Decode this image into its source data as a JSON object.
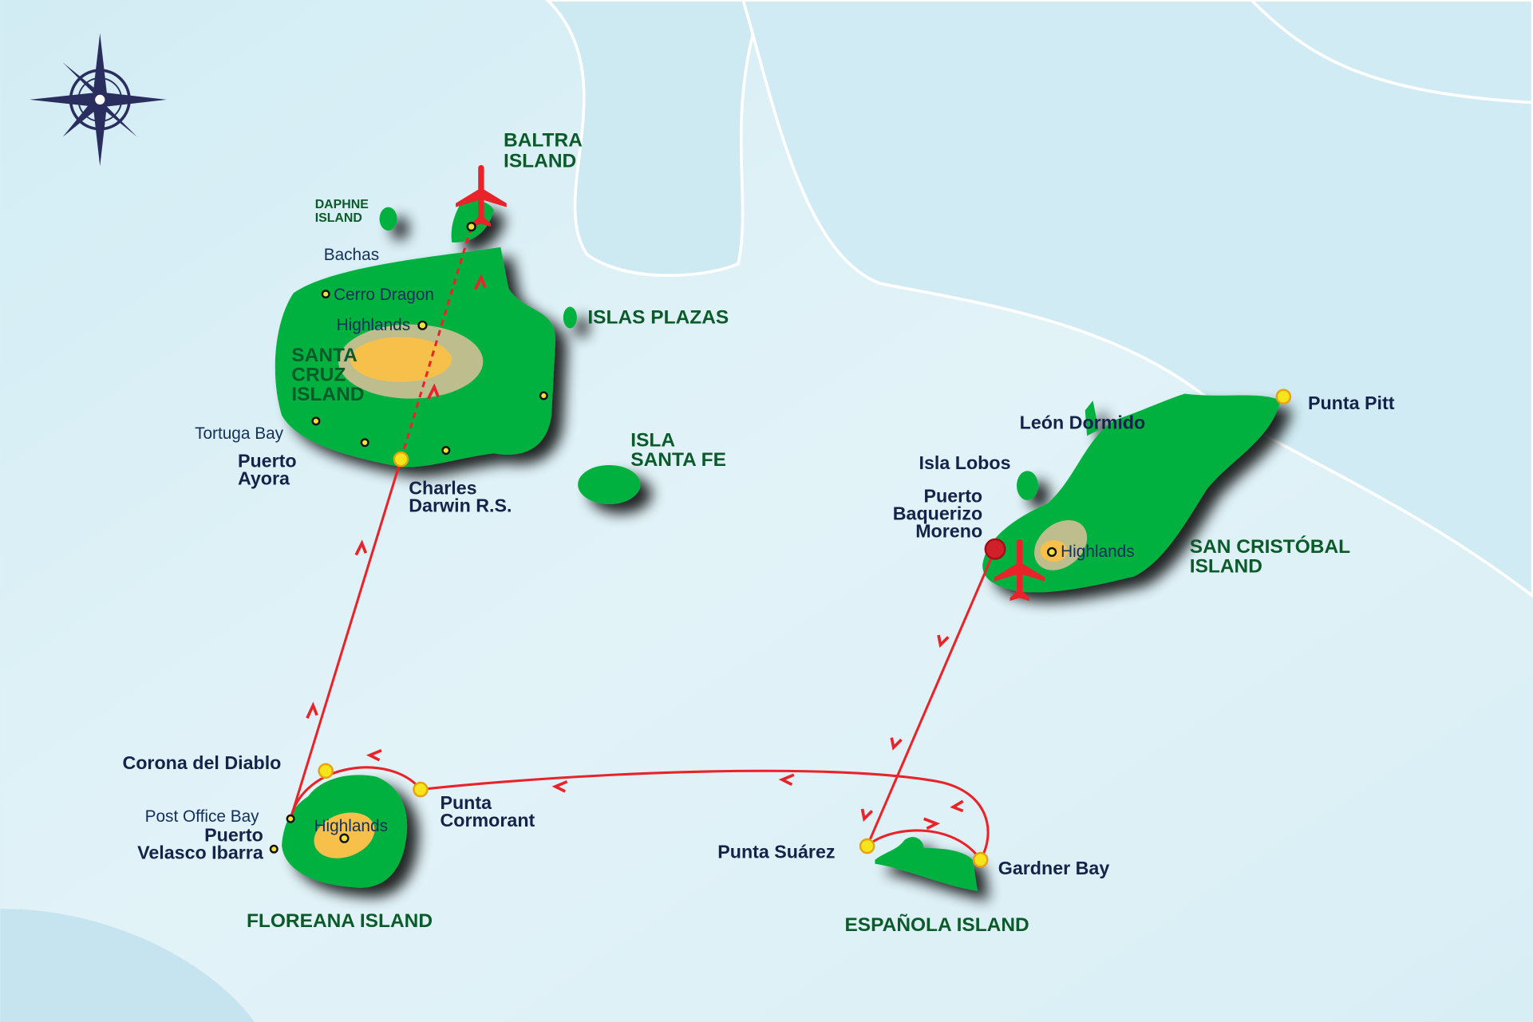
{
  "colors": {
    "sea": "#dceff5",
    "land": "#00b140",
    "highland": "#bdbd8e",
    "peak": "#f7c04a",
    "route": "#e8232a",
    "text_island": "#0b5a2a",
    "text_place": "#14234a"
  },
  "icons": [
    "compass-rose-icon",
    "airplane-icon",
    "airplane-icon"
  ],
  "islands": {
    "baltra": [
      "BALTRA",
      "ISLAND"
    ],
    "daphne": [
      "DAPHNE",
      "ISLAND"
    ],
    "santa_cruz": [
      "SANTA",
      "CRUZ",
      "ISLAND"
    ],
    "plazas": "ISLAS PLAZAS",
    "santa_fe": [
      "ISLA",
      "SANTA FE"
    ],
    "san_cristobal": [
      "SAN CRISTÓBAL",
      "ISLAND"
    ],
    "floreana": "FLOREANA ISLAND",
    "espanola": "ESPAÑOLA ISLAND"
  },
  "places": {
    "bachas": "Bachas",
    "cerro_dragon": "Cerro Dragon",
    "highlands_sc": "Highlands",
    "tortuga_bay": "Tortuga Bay",
    "puerto_ayora": [
      "Puerto",
      "Ayora"
    ],
    "charles_darwin": [
      "Charles",
      "Darwin R.S."
    ],
    "leon_dormido": "León Dormido",
    "isla_lobos": "Isla Lobos",
    "puerto_baquerizo": [
      "Puerto",
      "Baquerizo",
      "Moreno"
    ],
    "highlands_scr": "Highlands",
    "punta_pitt": "Punta Pitt",
    "corona": "Corona del Diablo",
    "post_office": "Post Office Bay",
    "puerto_velasco": [
      "Puerto",
      "Velasco Ibarra"
    ],
    "highlands_fl": "Highlands",
    "punta_cormorant": [
      "Punta",
      "Cormorant"
    ],
    "punta_suarez": "Punta Suárez",
    "gardner": "Gardner Bay"
  }
}
